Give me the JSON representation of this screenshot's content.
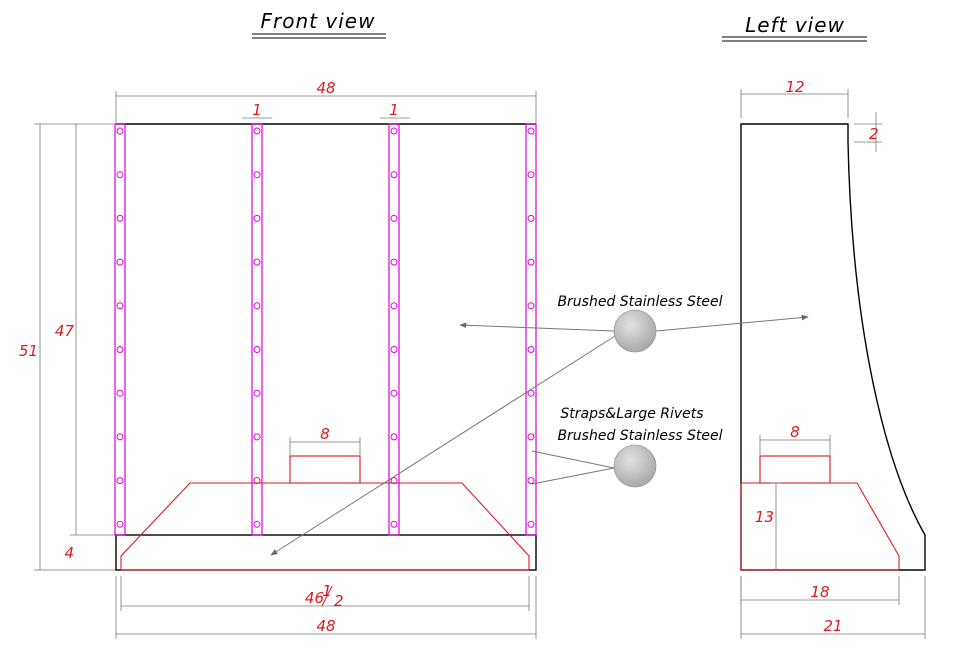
{
  "titles": {
    "front": "Front view",
    "left": "Left view"
  },
  "dimensions": {
    "front_top_width": "48",
    "strap_width_left": "1",
    "strap_width_right": "1",
    "front_height_total": "51",
    "front_height_upper": "47",
    "front_height_base": "4",
    "front_collar_width": "8",
    "front_base_inner_width_whole": "46",
    "front_base_inner_width_num": "1",
    "front_base_inner_width_den": "2",
    "front_bottom_width": "48",
    "side_top_depth": "12",
    "side_top_offset": "2",
    "side_collar_width": "8",
    "side_liner_height": "13",
    "side_liner_depth": "18",
    "side_bottom_depth": "21"
  },
  "annotations": {
    "material_label": "Brushed Stainless Steel",
    "straps_label_line1": "Straps&Large Rivets",
    "straps_label_line2": "Brushed Stainless Steel"
  },
  "colors": {
    "outline": "#000000",
    "dimension_text": "#e0191e",
    "straps": "#e000e0",
    "swatch": "#c4c4c4"
  }
}
